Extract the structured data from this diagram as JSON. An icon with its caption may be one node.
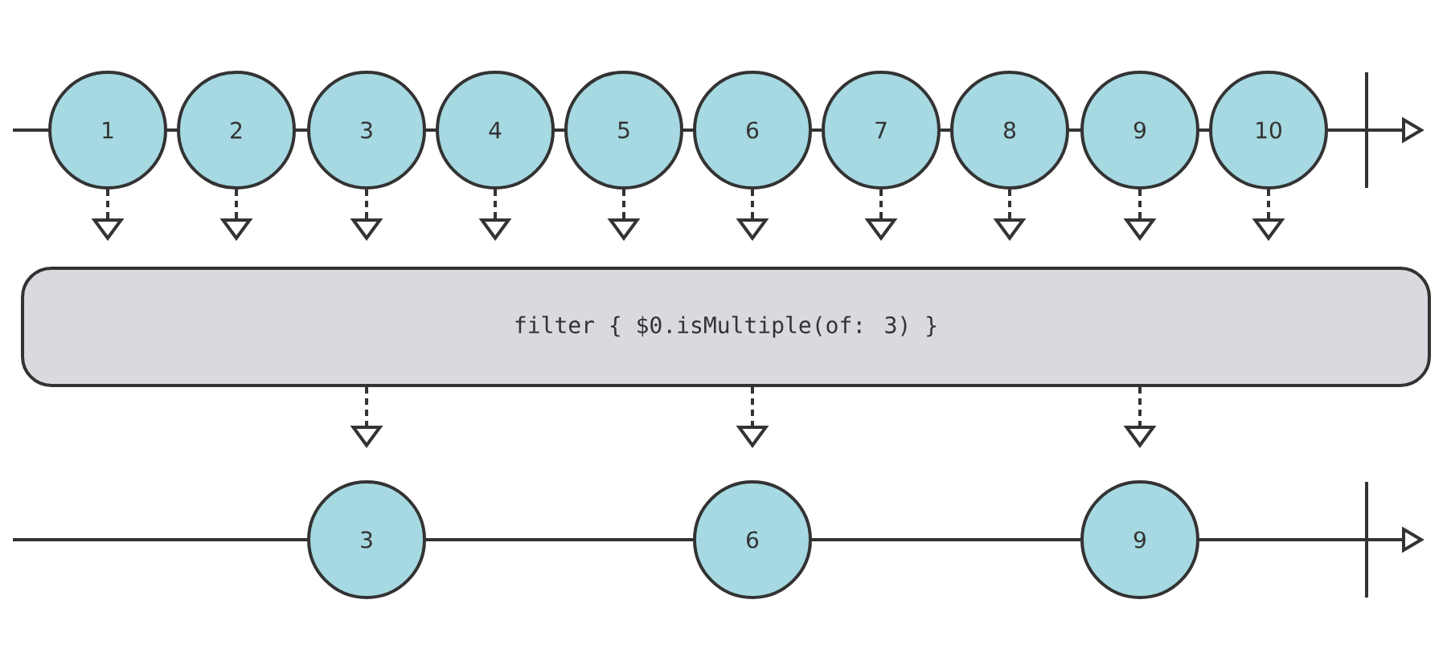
{
  "diagram": {
    "nodes": [
      {
        "text": [
          "1"
        ]
      },
      {
        "text": [
          "2"
        ]
      },
      {
        "text": [
          "3"
        ]
      },
      {
        "text": [
          "4"
        ]
      },
      {
        "text": [
          "5"
        ]
      },
      {
        "text": [
          "6"
        ]
      },
      {
        "text": [
          "7"
        ]
      },
      {
        "text": [
          "8"
        ]
      },
      {
        "text": [
          "9"
        ]
      },
      {
        "text": [
          "10"
        ]
      },
      {
        "text": [
          "filter { $0.isMultiple(of: 3) }"
        ]
      },
      {
        "text": [
          "3"
        ]
      },
      {
        "text": [
          "6"
        ]
      },
      {
        "text": [
          "9"
        ]
      }
    ],
    "edges": [
      {
        "from": 0,
        "to": 10,
        "arrow": "to",
        "style": "dashed"
      },
      {
        "from": 1,
        "to": 10,
        "arrow": "to",
        "style": "dashed"
      },
      {
        "from": 2,
        "to": 10,
        "arrow": "to",
        "style": "dashed"
      },
      {
        "from": 3,
        "to": 10,
        "arrow": "to",
        "style": "dashed"
      },
      {
        "from": 4,
        "to": 10,
        "arrow": "to",
        "style": "dashed"
      },
      {
        "from": 5,
        "to": 10,
        "arrow": "to",
        "style": "dashed"
      },
      {
        "from": 6,
        "to": 10,
        "arrow": "to",
        "style": "dashed"
      },
      {
        "from": 7,
        "to": 10,
        "arrow": "to",
        "style": "dashed"
      },
      {
        "from": 8,
        "to": 10,
        "arrow": "to",
        "style": "dashed"
      },
      {
        "from": 9,
        "to": 10,
        "arrow": "to",
        "style": "dashed"
      },
      {
        "from": 10,
        "to": 11,
        "arrow": "to",
        "style": "dashed"
      },
      {
        "from": 10,
        "to": 12,
        "arrow": "to",
        "style": "dashed"
      },
      {
        "from": 10,
        "to": 13,
        "arrow": "to",
        "style": "dashed"
      }
    ]
  }
}
